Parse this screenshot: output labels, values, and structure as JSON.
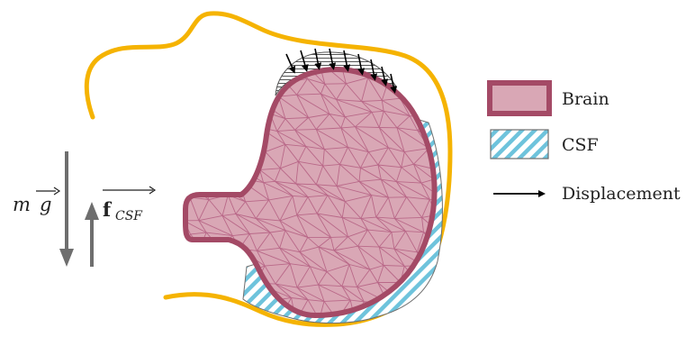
{
  "diagram": {
    "labels": {
      "gravity_m": "m",
      "gravity_g": "g",
      "csf_force_f": "f",
      "csf_force_sub": "CSF"
    },
    "legend": {
      "items": [
        {
          "label": "Brain"
        },
        {
          "label": "CSF"
        },
        {
          "label": "Displacement"
        }
      ]
    },
    "colors": {
      "skull": "#f5b301",
      "brain_fill": "#d9a7b5",
      "brain_stroke": "#a44a66",
      "mesh": "#b35d80",
      "csf_hatch": "#6ec3dc",
      "force_arrow": "#6e6e6e",
      "displacement_arrow": "#000000"
    }
  }
}
